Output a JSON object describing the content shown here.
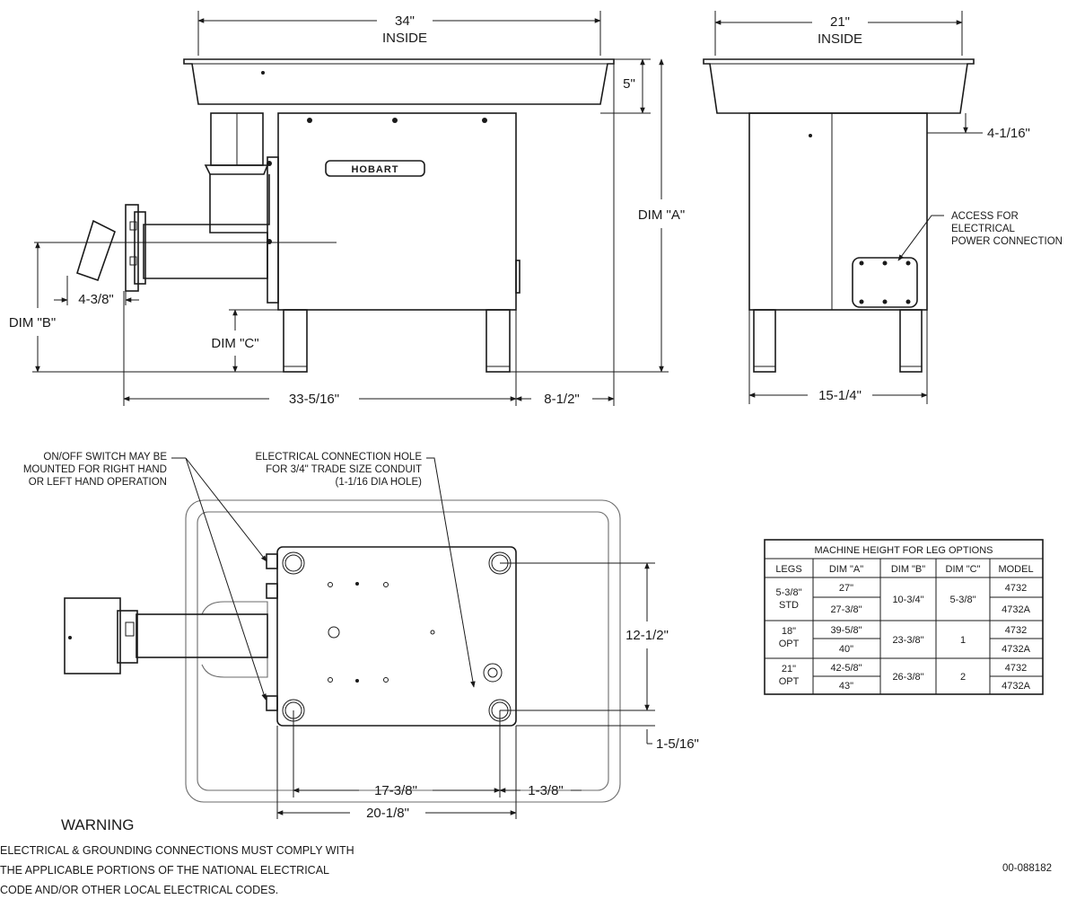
{
  "front_view": {
    "width_inside": "34\"",
    "inside_label": "INSIDE",
    "pan_depth": "5\"",
    "dim_a": "DIM \"A\"",
    "dim_b": "DIM \"B\"",
    "dim_c": "DIM \"C\"",
    "offset": "4-3/8\"",
    "overall_length": "33-5/16\"",
    "rear_offset": "8-1/2\"",
    "brand": "HOBART"
  },
  "side_view": {
    "width_inside": "21\"",
    "inside_label": "INSIDE",
    "overhang": "4-1/16\"",
    "base_width": "15-1/4\"",
    "access_note": [
      "ACCESS FOR",
      "ELECTRICAL",
      "POWER CONNECTION"
    ]
  },
  "top_view": {
    "switch_note": [
      "ON/OFF SWITCH MAY BE",
      "MOUNTED FOR RIGHT HAND",
      "OR LEFT HAND OPERATION"
    ],
    "hole_note": [
      "ELECTRICAL CONNECTION HOLE",
      "FOR 3/4\" TRADE SIZE CONDUIT",
      "(1-1/16 DIA HOLE)"
    ],
    "leg_spacing_depth": "12-1/2\"",
    "edge_offset": "1-5/16\"",
    "leg_spacing_width": "17-3/8\"",
    "side_offset": "1-3/8\"",
    "base_length": "20-1/8\""
  },
  "table": {
    "title": "MACHINE HEIGHT FOR LEG OPTIONS",
    "headers": [
      "LEGS",
      "DIM \"A\"",
      "DIM \"B\"",
      "DIM \"C\"",
      "MODEL"
    ],
    "groups": [
      {
        "legs": [
          "5-3/8\"",
          "STD"
        ],
        "dim_a": [
          "27\"",
          "27-3/8\""
        ],
        "dim_b": "10-3/4\"",
        "dim_c": "5-3/8\"",
        "models": [
          "4732",
          "4732A"
        ]
      },
      {
        "legs": [
          "18\"",
          "OPT"
        ],
        "dim_a": [
          "39-5/8\"",
          "40\""
        ],
        "dim_b": "23-3/8\"",
        "dim_c": "1",
        "models": [
          "4732",
          "4732A"
        ]
      },
      {
        "legs": [
          "21\"",
          "OPT"
        ],
        "dim_a": [
          "42-5/8\"",
          "43\""
        ],
        "dim_b": "26-3/8\"",
        "dim_c": "2",
        "models": [
          "4732",
          "4732A"
        ]
      }
    ]
  },
  "warning": {
    "title": "WARNING",
    "lines": [
      "ELECTRICAL & GROUNDING CONNECTIONS MUST COMPLY WITH",
      "THE APPLICABLE PORTIONS OF THE NATIONAL ELECTRICAL",
      "CODE AND/OR OTHER LOCAL ELECTRICAL CODES."
    ]
  },
  "drawing_number": "00-088182"
}
